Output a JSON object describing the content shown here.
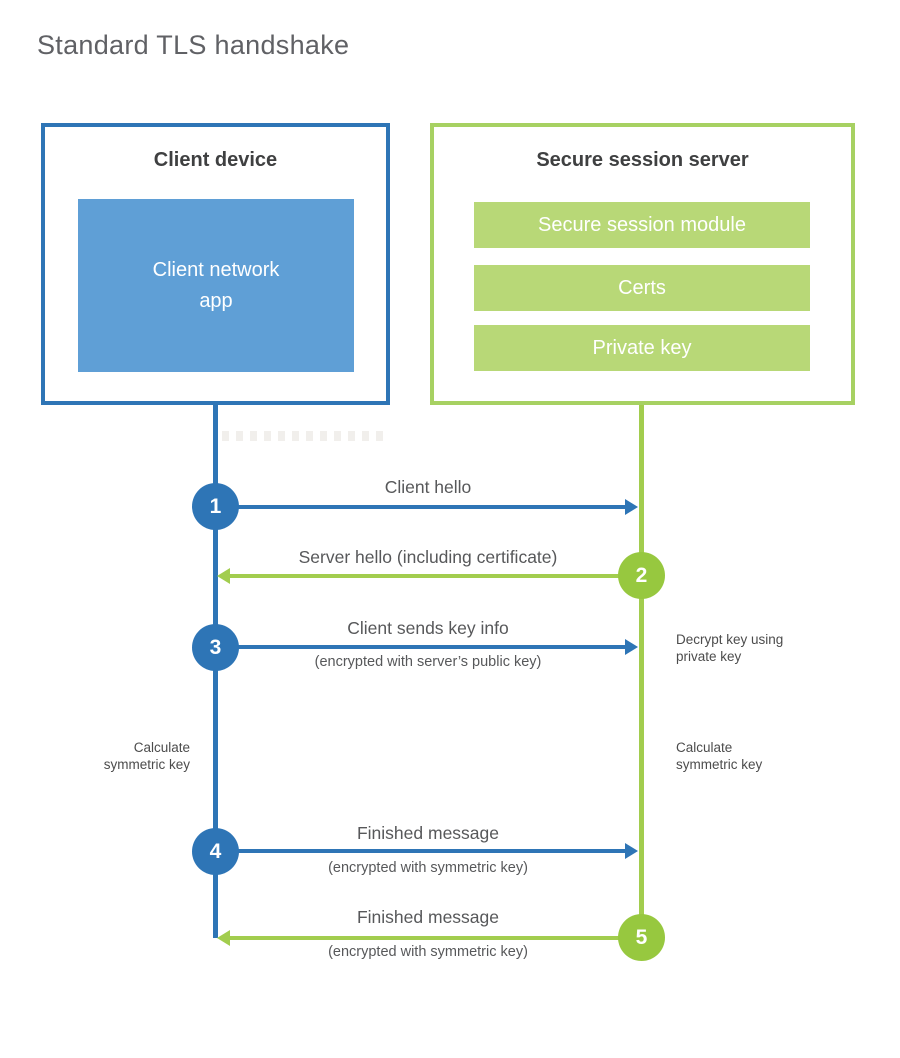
{
  "title": "Standard TLS handshake",
  "client": {
    "title": "Client device",
    "app_label": "Client network app",
    "calculate_note": "Calculate symmetric key"
  },
  "server": {
    "title": "Secure session server",
    "modules": [
      "Secure session module",
      "Certs",
      "Private key"
    ],
    "decrypt_note": "Decrypt key using private key",
    "calculate_note": "Calculate symmetric key"
  },
  "steps": [
    {
      "num": "1",
      "label": "Client hello",
      "direction": "right"
    },
    {
      "num": "2",
      "label": "Server hello (including certificate)",
      "direction": "left"
    },
    {
      "num": "3",
      "label": "Client sends key info",
      "sublabel": "(encrypted with server’s public key)",
      "direction": "right"
    },
    {
      "num": "4",
      "label": "Finished message",
      "sublabel": "(encrypted with symmetric key)",
      "direction": "right"
    },
    {
      "num": "5",
      "label": "Finished message",
      "sublabel": "(encrypted with symmetric key)",
      "direction": "left"
    }
  ],
  "colors": {
    "blue": "#2e75b6",
    "blue_fill": "#5f9fd6",
    "green_line": "#a2cd4e",
    "green_circle": "#97c83f",
    "green_border": "#a7d162",
    "green_fill": "#b8d877",
    "heading_text": "#3f4041",
    "label_text": "#57585a"
  }
}
